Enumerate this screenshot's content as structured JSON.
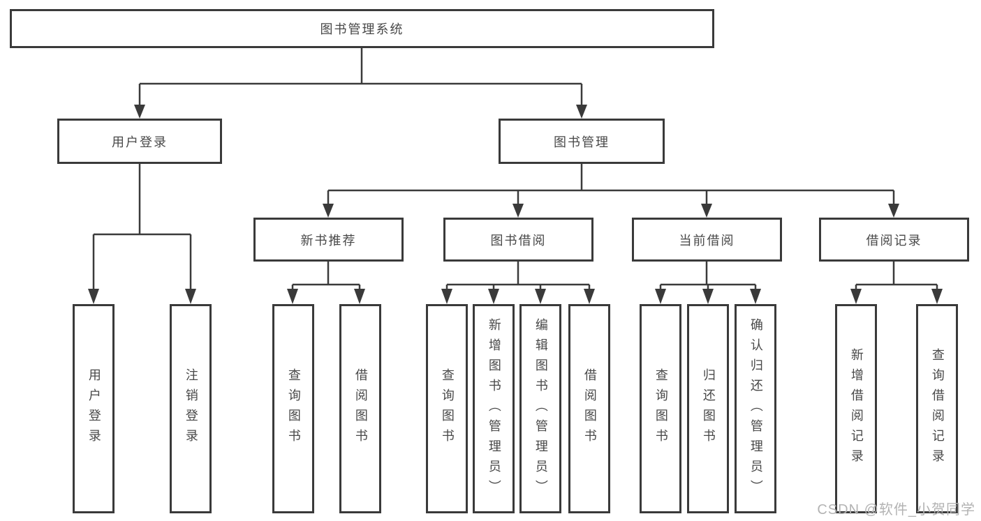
{
  "diagram": {
    "type": "tree",
    "root": {
      "label": "图书管理系统"
    },
    "branches": [
      {
        "label": "用户登录",
        "children": [
          {
            "label": "用户登录"
          },
          {
            "label": "注销登录"
          }
        ]
      },
      {
        "label": "图书管理",
        "children": [
          {
            "label": "新书推荐",
            "children": [
              {
                "label": "查询图书"
              },
              {
                "label": "借阅图书"
              }
            ]
          },
          {
            "label": "图书借阅",
            "children": [
              {
                "label": "查询图书"
              },
              {
                "label": "新增图书（管理员）"
              },
              {
                "label": "编辑图书（管理员）"
              },
              {
                "label": "借阅图书"
              }
            ]
          },
          {
            "label": "当前借阅",
            "children": [
              {
                "label": "查询图书"
              },
              {
                "label": "归还图书"
              },
              {
                "label": "确认归还（管理员）"
              }
            ]
          },
          {
            "label": "借阅记录",
            "children": [
              {
                "label": "新增借阅记录"
              },
              {
                "label": "查询借阅记录"
              }
            ]
          }
        ]
      }
    ]
  },
  "watermark": {
    "text": "CSDN @软件_小贺同学"
  },
  "colors": {
    "line": "#3a3a3a",
    "text": "#484848",
    "watermark": "#b3b3b3",
    "background": "#ffffff"
  }
}
